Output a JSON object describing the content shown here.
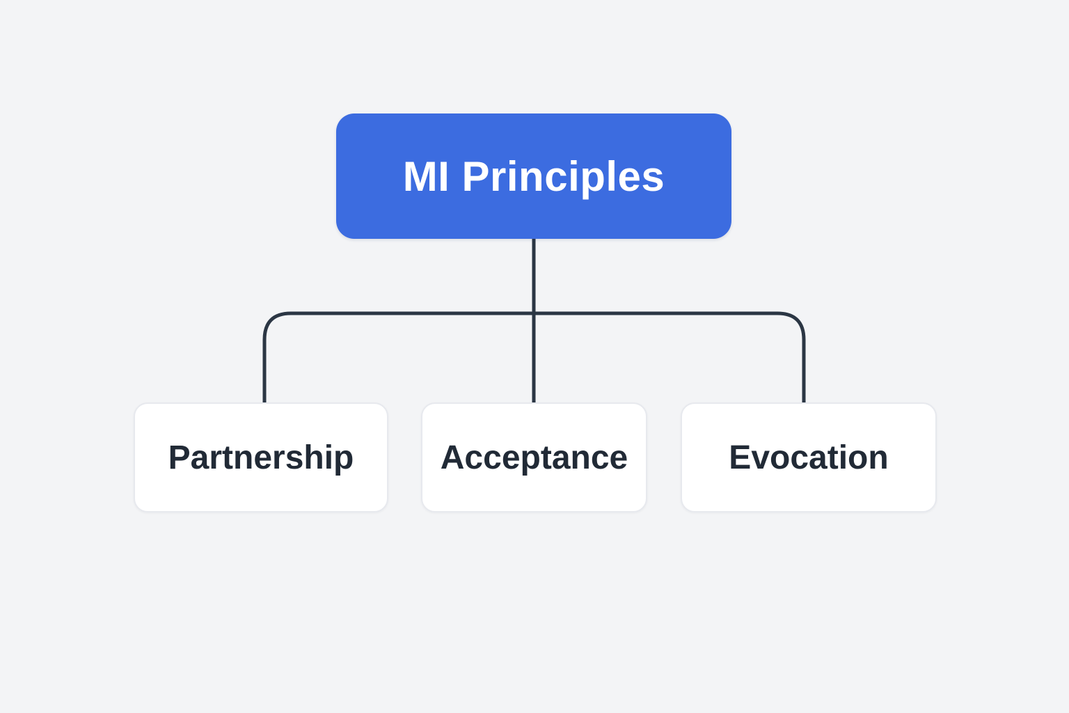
{
  "diagram": {
    "type": "org-chart",
    "background_color": "#f3f4f6",
    "connector_color": "#2b3644",
    "root": {
      "label": "MI Principles",
      "fill_color": "#3c6ce0",
      "text_color": "#ffffff"
    },
    "children": [
      {
        "label": "Partnership"
      },
      {
        "label": "Acceptance"
      },
      {
        "label": "Evocation"
      }
    ],
    "child_style": {
      "fill_color": "#ffffff",
      "border_color": "#e7e9ee",
      "text_color": "#212a36"
    }
  }
}
